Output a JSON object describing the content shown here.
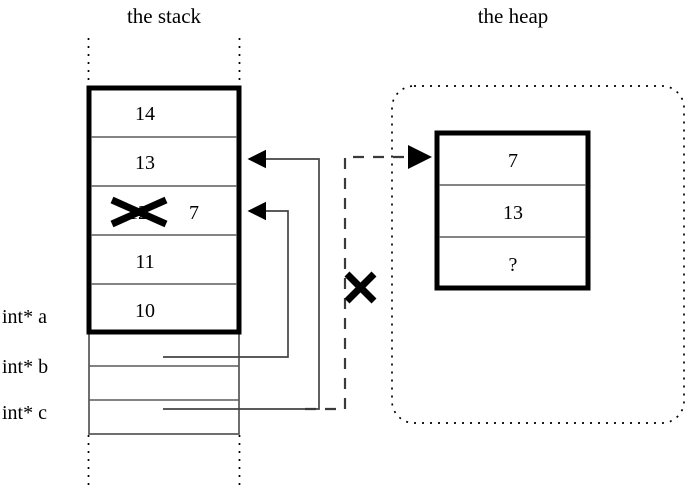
{
  "regions": {
    "stack": {
      "title": "the stack",
      "cells": [
        {
          "value": "14",
          "name": "stack-cell-14"
        },
        {
          "value": "13",
          "name": "stack-cell-13"
        },
        {
          "value": "",
          "name": "stack-cell-modified"
        },
        {
          "value": "11",
          "name": "stack-cell-11"
        },
        {
          "value": "10",
          "name": "stack-cell-10"
        }
      ],
      "modified_cell": {
        "old_value": "12",
        "new_value": "7",
        "struck_out": true
      },
      "pointer_slots": [
        {
          "label": "int* a",
          "name": "pointer-slot-a"
        },
        {
          "label": "int* b",
          "name": "pointer-slot-b"
        },
        {
          "label": "int* c",
          "name": "pointer-slot-c"
        }
      ],
      "labels": [
        "int* a",
        "int* b",
        "int* c"
      ]
    },
    "heap": {
      "title": "the heap",
      "cells": [
        {
          "value": "7",
          "name": "heap-cell-7"
        },
        {
          "value": "13",
          "name": "heap-cell-13"
        },
        {
          "value": "?",
          "name": "heap-cell-unknown"
        }
      ]
    }
  },
  "annotations": {
    "invalid_pointer_mark": "X",
    "struck_value_mark": "X"
  },
  "colors": {
    "background": "#ffffff",
    "ink": "#000000",
    "thin_line": "#4a4a4a",
    "connector": "#444444",
    "dashed_pointer": "#3a3a3a"
  }
}
